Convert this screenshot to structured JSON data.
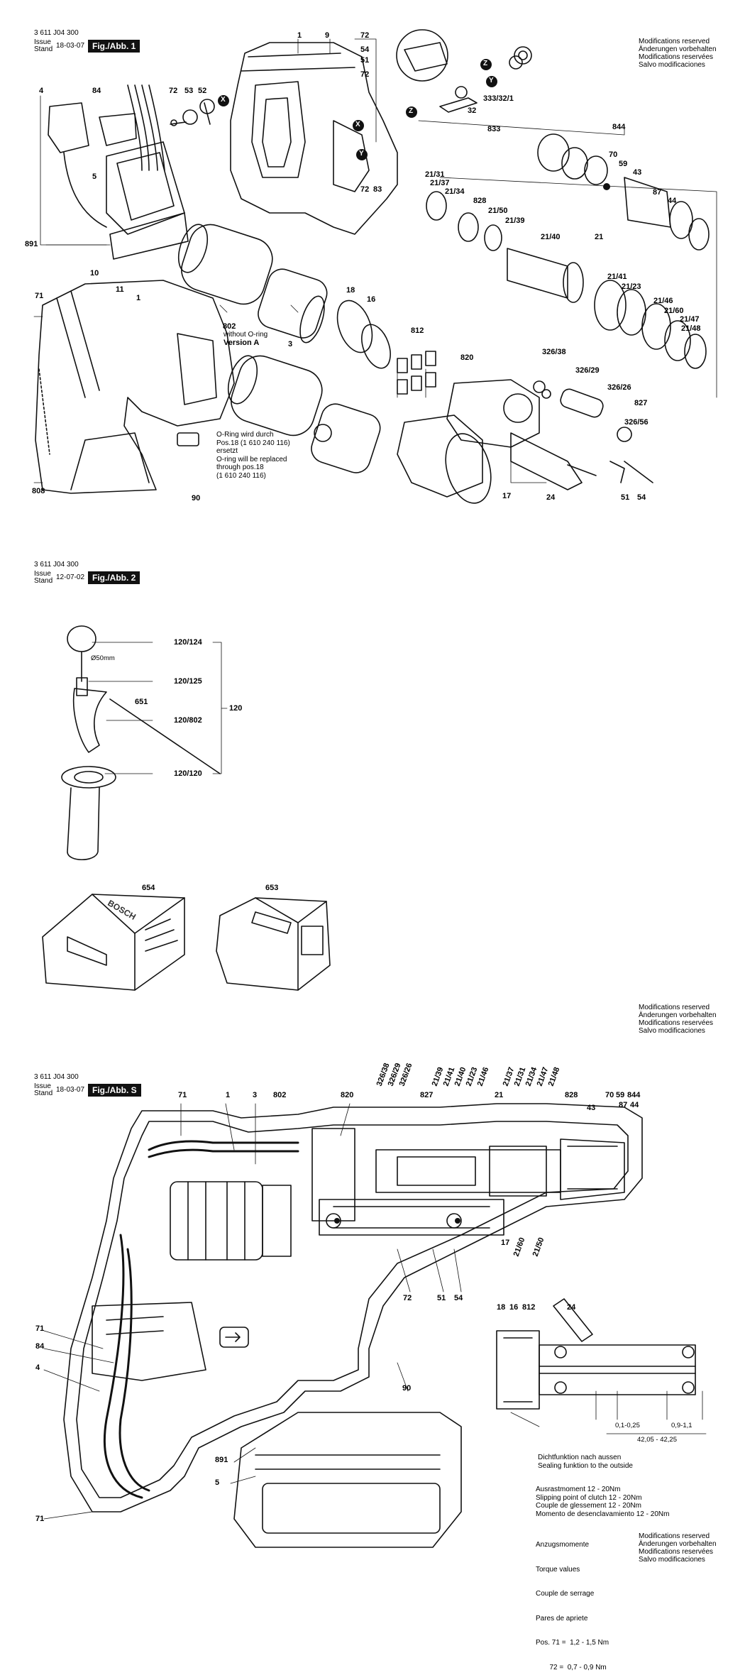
{
  "modifications": [
    "Modifications reserved",
    "Änderungen vorbehalten",
    "Modifications reservées",
    "Salvo modificaciones"
  ],
  "fig1": {
    "doc_number": "3 611 J04 300",
    "issue_label": "Issue",
    "stand_label": "Stand",
    "date": "18-03-07",
    "badge": "Fig./Abb. 1",
    "labels": [
      "1",
      "9",
      "72",
      "54",
      "51",
      "72",
      "4",
      "84",
      "72",
      "53",
      "52",
      "5",
      "891",
      "10",
      "11",
      "1",
      "71",
      "808",
      "83",
      "72",
      "32",
      "333/32/1",
      "833",
      "844",
      "70",
      "59",
      "43",
      "87",
      "44",
      "21/31",
      "21/37",
      "21/34",
      "828",
      "21/50",
      "21/39",
      "21/40",
      "21",
      "21/41",
      "21/23",
      "21/46",
      "21/60",
      "21/47",
      "21/48",
      "802",
      "3",
      "18",
      "16",
      "812",
      "820",
      "326/38",
      "326/29",
      "326/26",
      "827",
      "326/56",
      "24",
      "51",
      "54",
      "17",
      "90"
    ],
    "markers": [
      "X",
      "X",
      "Y",
      "Y",
      "Z",
      "Z"
    ],
    "version_note": [
      "without O-ring",
      "Version A"
    ],
    "oring_note": [
      "O-Ring wird durch",
      "Pos.18 (1 610 240 116)",
      "ersetzt",
      "O-ring will be replaced",
      "through pos.18",
      "(1 610 240 116)"
    ]
  },
  "fig2": {
    "doc_number": "3 611 J04 300",
    "issue_label": "Issue",
    "stand_label": "Stand",
    "date": "12-07-02",
    "badge": "Fig./Abb. 2",
    "labels": [
      "120/124",
      "120/125",
      "651",
      "120/802",
      "120",
      "120/120",
      "654",
      "653"
    ],
    "diameter": "Ø50mm",
    "brand": "BOSCH"
  },
  "figS": {
    "doc_number": "3 611 J04 300",
    "issue_label": "Issue",
    "stand_label": "Stand",
    "date": "18-03-07",
    "badge": "Fig./Abb. S",
    "top_labels": [
      "71",
      "1",
      "3",
      "802",
      "820",
      "326/38",
      "326/29",
      "326/26",
      "827",
      "21/39",
      "21/41",
      "21/40",
      "21/23",
      "21/46",
      "21",
      "21/37",
      "21/31",
      "21/34",
      "21/47",
      "21/48",
      "828",
      "43",
      "70",
      "59",
      "844",
      "87",
      "44"
    ],
    "other_labels": [
      "71",
      "84",
      "4",
      "891",
      "5",
      "71",
      "72",
      "51",
      "54",
      "17",
      "21/60",
      "21/50",
      "90",
      "18",
      "16",
      "812",
      "24"
    ],
    "dims": [
      "0,1-0,25",
      "0,9-1,1",
      "42,05 - 42,25"
    ],
    "sealing_note": [
      "Dichtfunktion nach aussen",
      "Sealing funktion to the outside"
    ],
    "clutch_note": [
      "Ausrastmoment 12 - 20Nm",
      "Slipping point of clutch 12 - 20Nm",
      "Couple de glessement 12 - 20Nm",
      "Momento de desenclavamiento 12 - 20Nm"
    ],
    "torque_note": [
      "Anzugsmomente",
      "Torque values",
      "Couple de serrage",
      "Pares de apriete",
      "Pos. 71 =  1,2 - 1,5 Nm",
      "       72 =  0,7 - 0,9 Nm"
    ]
  }
}
